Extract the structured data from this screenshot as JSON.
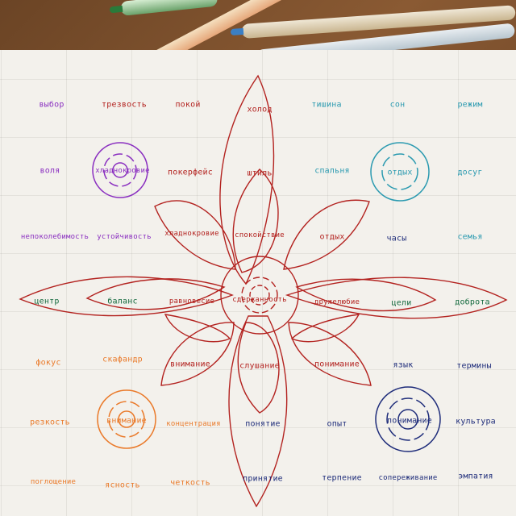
{
  "words": {
    "r1": [
      "выбор",
      "трезвость",
      "покой",
      "холод",
      "тишина",
      "сон",
      "режим"
    ],
    "r2": [
      "воля",
      "хладнокровие",
      "покерфейс",
      "штиль",
      "спальня",
      "отдых",
      "досуг"
    ],
    "r3": [
      "непоколебимость",
      "устойчивость",
      "хладнокровие",
      "спокойствие",
      "отдых",
      "часы",
      "семья"
    ],
    "r4": [
      "центр",
      "баланс",
      "равновесие",
      "сдержанность",
      "дружелюбие",
      "цели",
      "доброта"
    ],
    "r5": [
      "фокус",
      "скафандр",
      "внимание",
      "слушание",
      "понимание",
      "язык",
      "термины"
    ],
    "r6": [
      "резкость",
      "внимание",
      "концентрация",
      "понятие",
      "опыт",
      "понимание",
      "культура"
    ],
    "r7": [
      "поглощение",
      "ясность",
      "четкость",
      "принятие",
      "терпение",
      "сопереживание",
      "эмпатия"
    ]
  },
  "colors": {
    "purple": "#8a2fc0",
    "red": "#b3221f",
    "teal": "#2b9ab0",
    "green": "#146a3e",
    "orange": "#ea7a2a",
    "navy": "#1e2c7a",
    "paper": "#f3f1ec",
    "desk": "#7a4e2c"
  }
}
